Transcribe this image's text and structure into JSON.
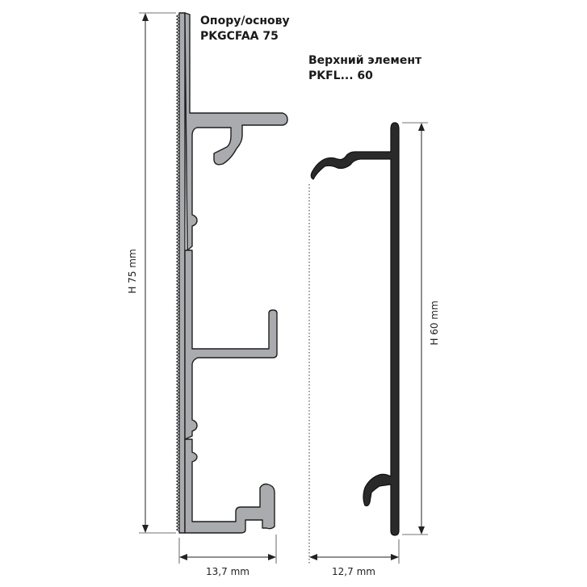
{
  "labels": {
    "base_line1": "Опору/основу",
    "base_line2": "PKGCFAA 75",
    "top_line1": "Верхний элемент",
    "top_line2": "PKFL... 60"
  },
  "dimensions": {
    "base_height": "H 75 mm",
    "base_width": "13,7 mm",
    "top_height": "H 60 mm",
    "top_width": "12,7 mm"
  },
  "colors": {
    "profile_base": "#a9abae",
    "profile_top": "#2a2a2a",
    "outline": "#1e1e1e"
  }
}
